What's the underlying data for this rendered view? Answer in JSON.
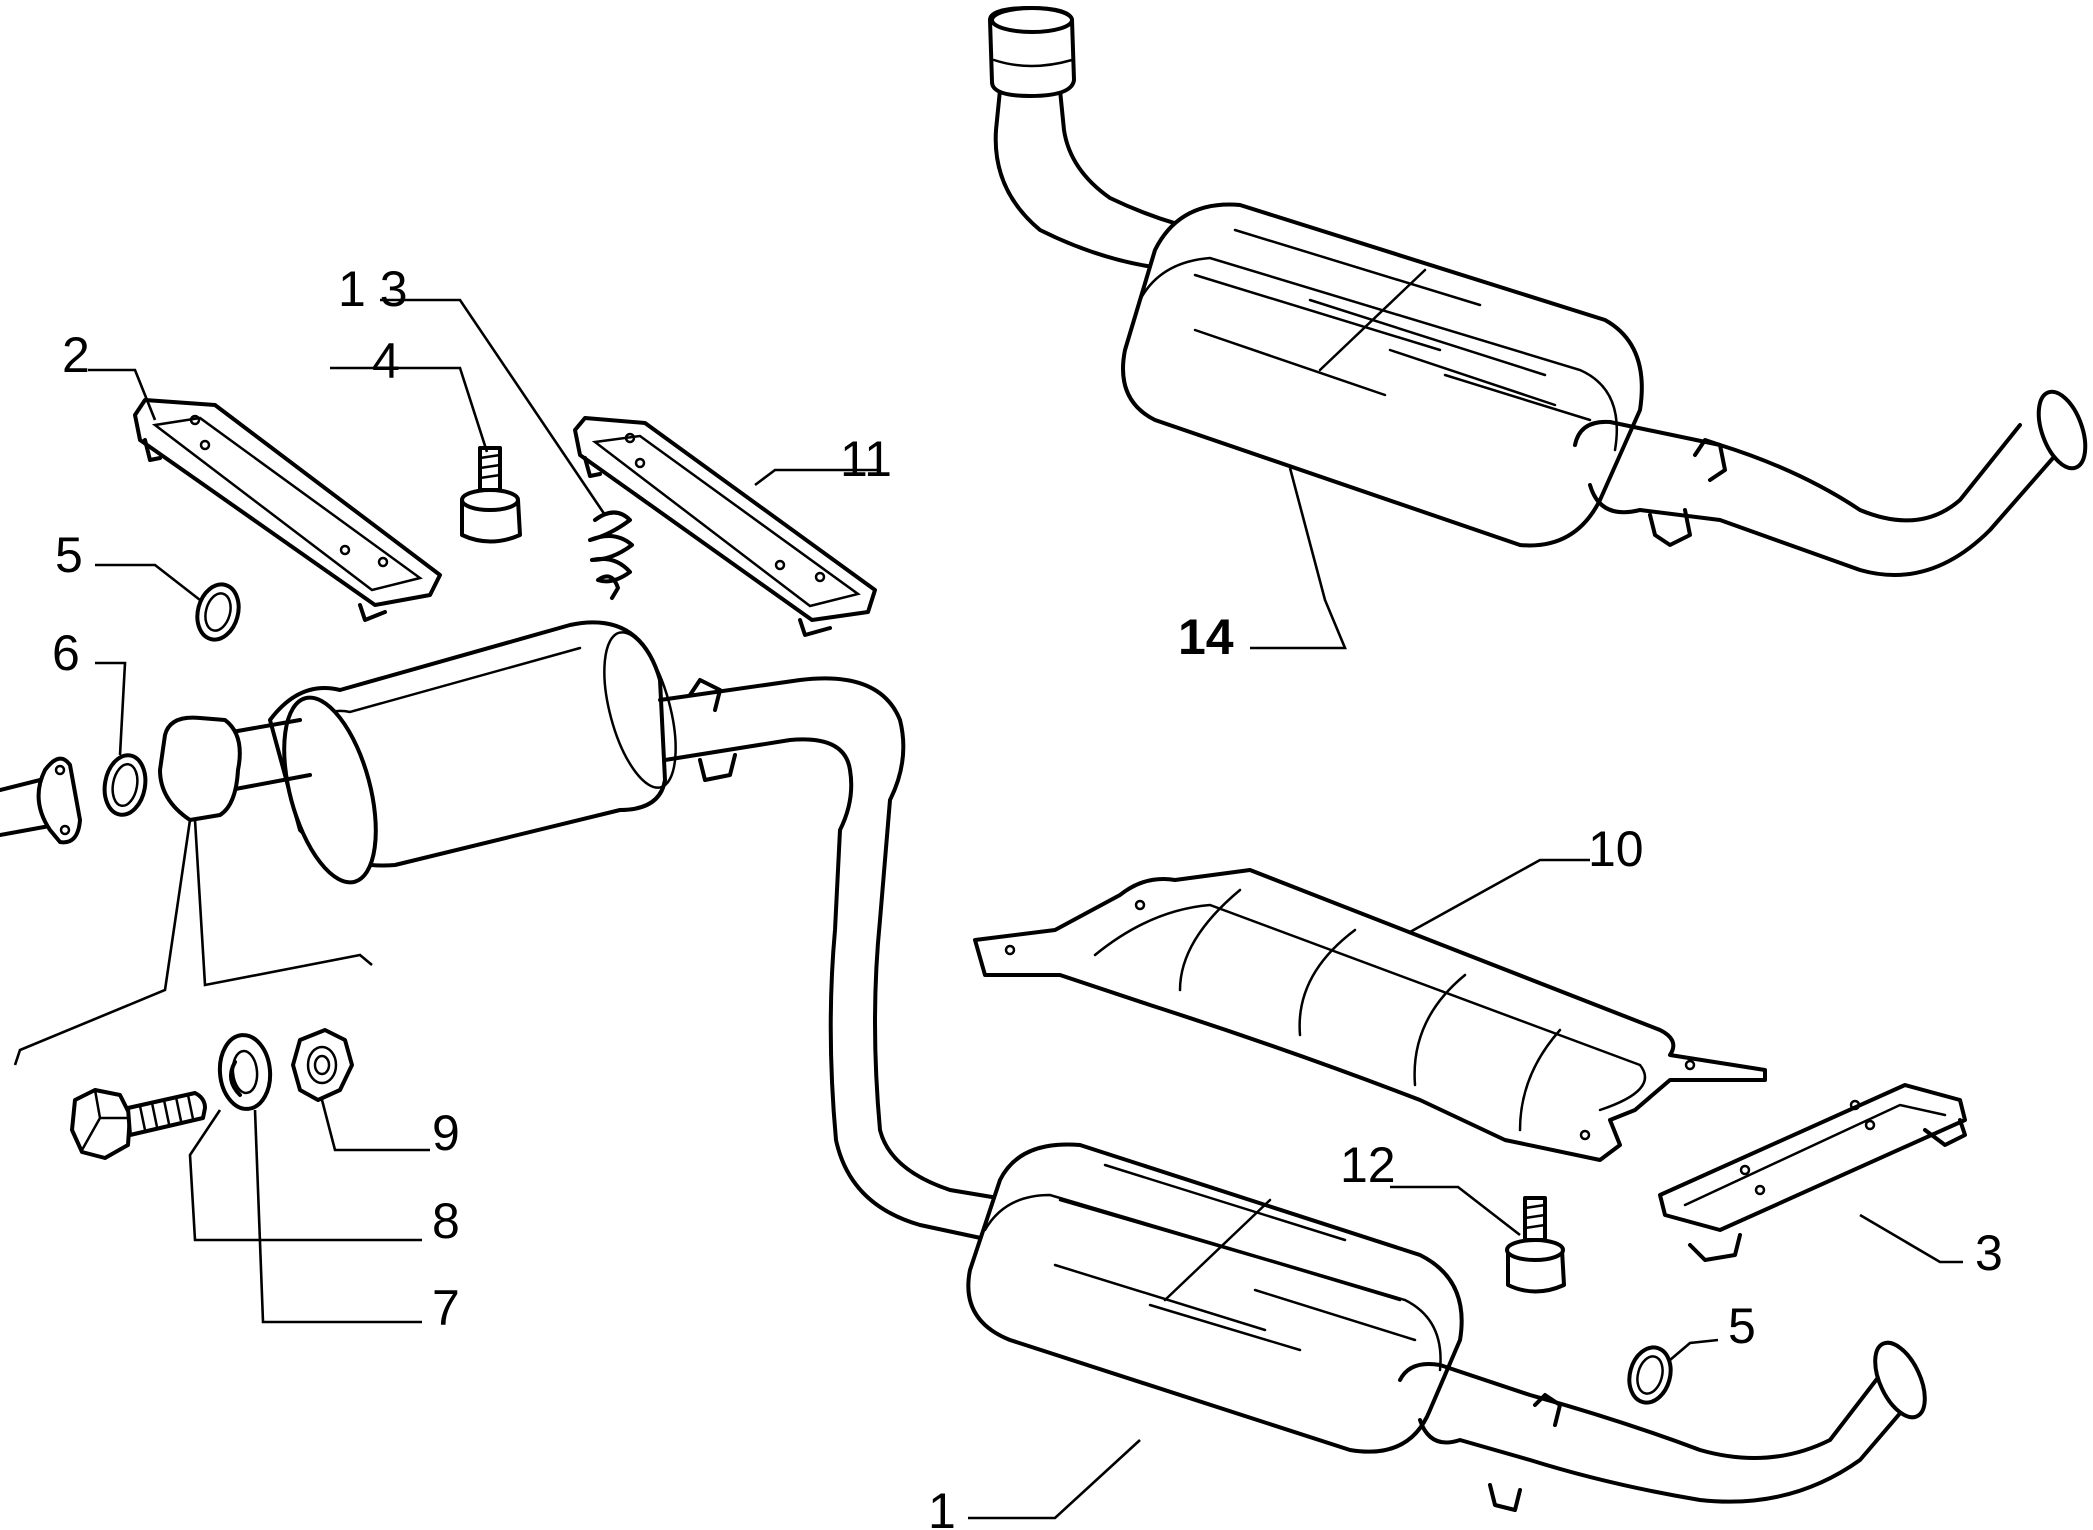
{
  "callouts": {
    "c1": "1",
    "c2": "2",
    "c3": "3",
    "c4": "4",
    "c5a": "5",
    "c5b": "5",
    "c6": "6",
    "c7": "7",
    "c8": "8",
    "c9": "9",
    "c10": "10",
    "c11": "11",
    "c12": "12",
    "c13": "1 3",
    "c14": "14"
  }
}
